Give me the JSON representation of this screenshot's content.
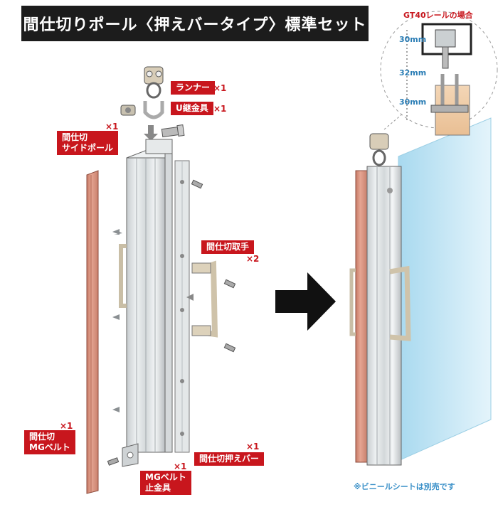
{
  "title": "間仕切りポール〈押えバータイプ〉標準セット",
  "detail": {
    "title": "GT40レールの場合",
    "dims": [
      "30mm",
      "32mm",
      "30mm"
    ]
  },
  "parts": {
    "runner": {
      "label": "ランナー",
      "qty": "×1"
    },
    "u_fitting": {
      "label": "U継金具",
      "qty": "×1"
    },
    "side_pole": {
      "label_line1": "間仕切",
      "label_line2": "サイドポール",
      "qty": "×1"
    },
    "handle": {
      "label": "間仕切取手",
      "qty": "×2"
    },
    "mg_belt": {
      "label_line1": "間仕切",
      "label_line2": "MGベルト",
      "qty": "×1"
    },
    "mg_stopper": {
      "label_line1": "MGベルト",
      "label_line2": "止金具",
      "qty": "×1"
    },
    "press_bar": {
      "label": "間仕切押えバー",
      "qty": "×1"
    }
  },
  "note": "※ビニールシートは別売です",
  "colors": {
    "tag": "#c8161d",
    "title_bg": "#1c1c1c",
    "belt": "#d9907c",
    "pole": "#dfe3e4",
    "glass": "#bfe4f4"
  }
}
